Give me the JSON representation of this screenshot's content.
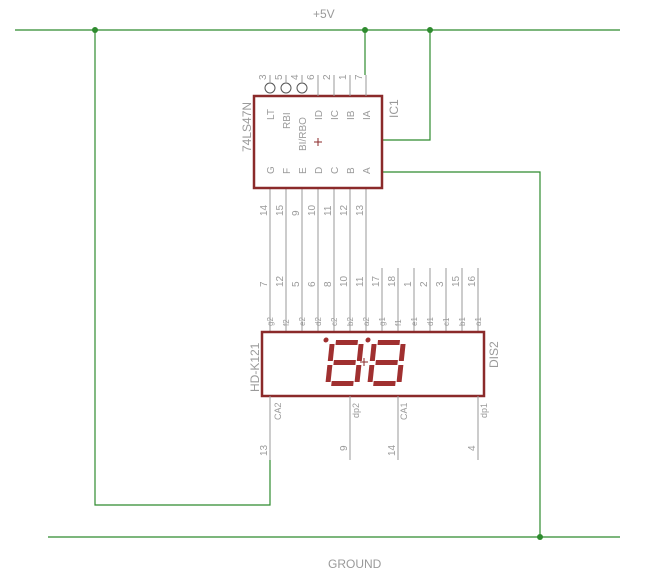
{
  "power": {
    "label": "+5V"
  },
  "ground": {
    "label": "GROUND"
  },
  "ic1": {
    "part": "74LS47N",
    "ref": "IC1",
    "top_pin_numbers": [
      "3",
      "5",
      "4",
      "6",
      "2",
      "1",
      "7"
    ],
    "top_pin_names": [
      "LT",
      "RBI",
      "BI/RBO",
      "ID",
      "IC",
      "IB",
      "IA"
    ],
    "bottom_pin_names": [
      "G",
      "F",
      "E",
      "D",
      "C",
      "B",
      "A"
    ],
    "bottom_pin_numbers": [
      "14",
      "15",
      "9",
      "10",
      "11",
      "12",
      "13"
    ]
  },
  "dis2": {
    "part": "HD-K121",
    "ref": "DIS2",
    "top_pin_numbers": [
      "7",
      "12",
      "5",
      "6",
      "8",
      "10",
      "11",
      "17",
      "18",
      "1",
      "2",
      "3",
      "15",
      "16"
    ],
    "top_pin_names": [
      "g2",
      "f2",
      "e2",
      "d2",
      "c2",
      "b2",
      "a2",
      "g1",
      "f1",
      "e1",
      "d1",
      "c1",
      "b1",
      "a1"
    ],
    "bottom_pin_names": [
      "CA2",
      "dp2",
      "CA1",
      "dp1"
    ],
    "bottom_pin_numbers": [
      "13",
      "9",
      "14",
      "4"
    ]
  }
}
